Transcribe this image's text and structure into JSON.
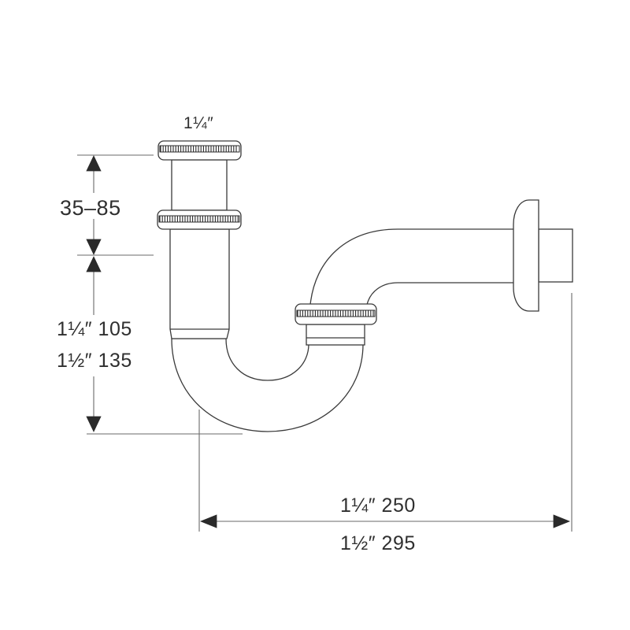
{
  "diagram": {
    "subject": "P-trap siphon dimensional drawing",
    "colors": {
      "line": "#3a3a3a",
      "dimension": "#6a6a6a",
      "background": "#ffffff"
    },
    "labels": {
      "inlet_size": "1¼″",
      "tailpiece_adjust": "35–85",
      "drop_small": "1¼″ 105",
      "drop_large": "1½″ 135",
      "length_small": "1¼″ 250",
      "length_large": "1½″ 295"
    },
    "parts": [
      {
        "id": "inlet-nut",
        "label": "inlet slip nut"
      },
      {
        "id": "tailpiece",
        "label": "adjustable tailpiece"
      },
      {
        "id": "middle-nut",
        "label": "tailpiece slip nut"
      },
      {
        "id": "u-bend",
        "label": "trap bend"
      },
      {
        "id": "outlet-nut",
        "label": "outlet slip nut"
      },
      {
        "id": "outlet-arm",
        "label": "wall arm"
      },
      {
        "id": "wall-flange",
        "label": "wall escutcheon"
      }
    ]
  }
}
